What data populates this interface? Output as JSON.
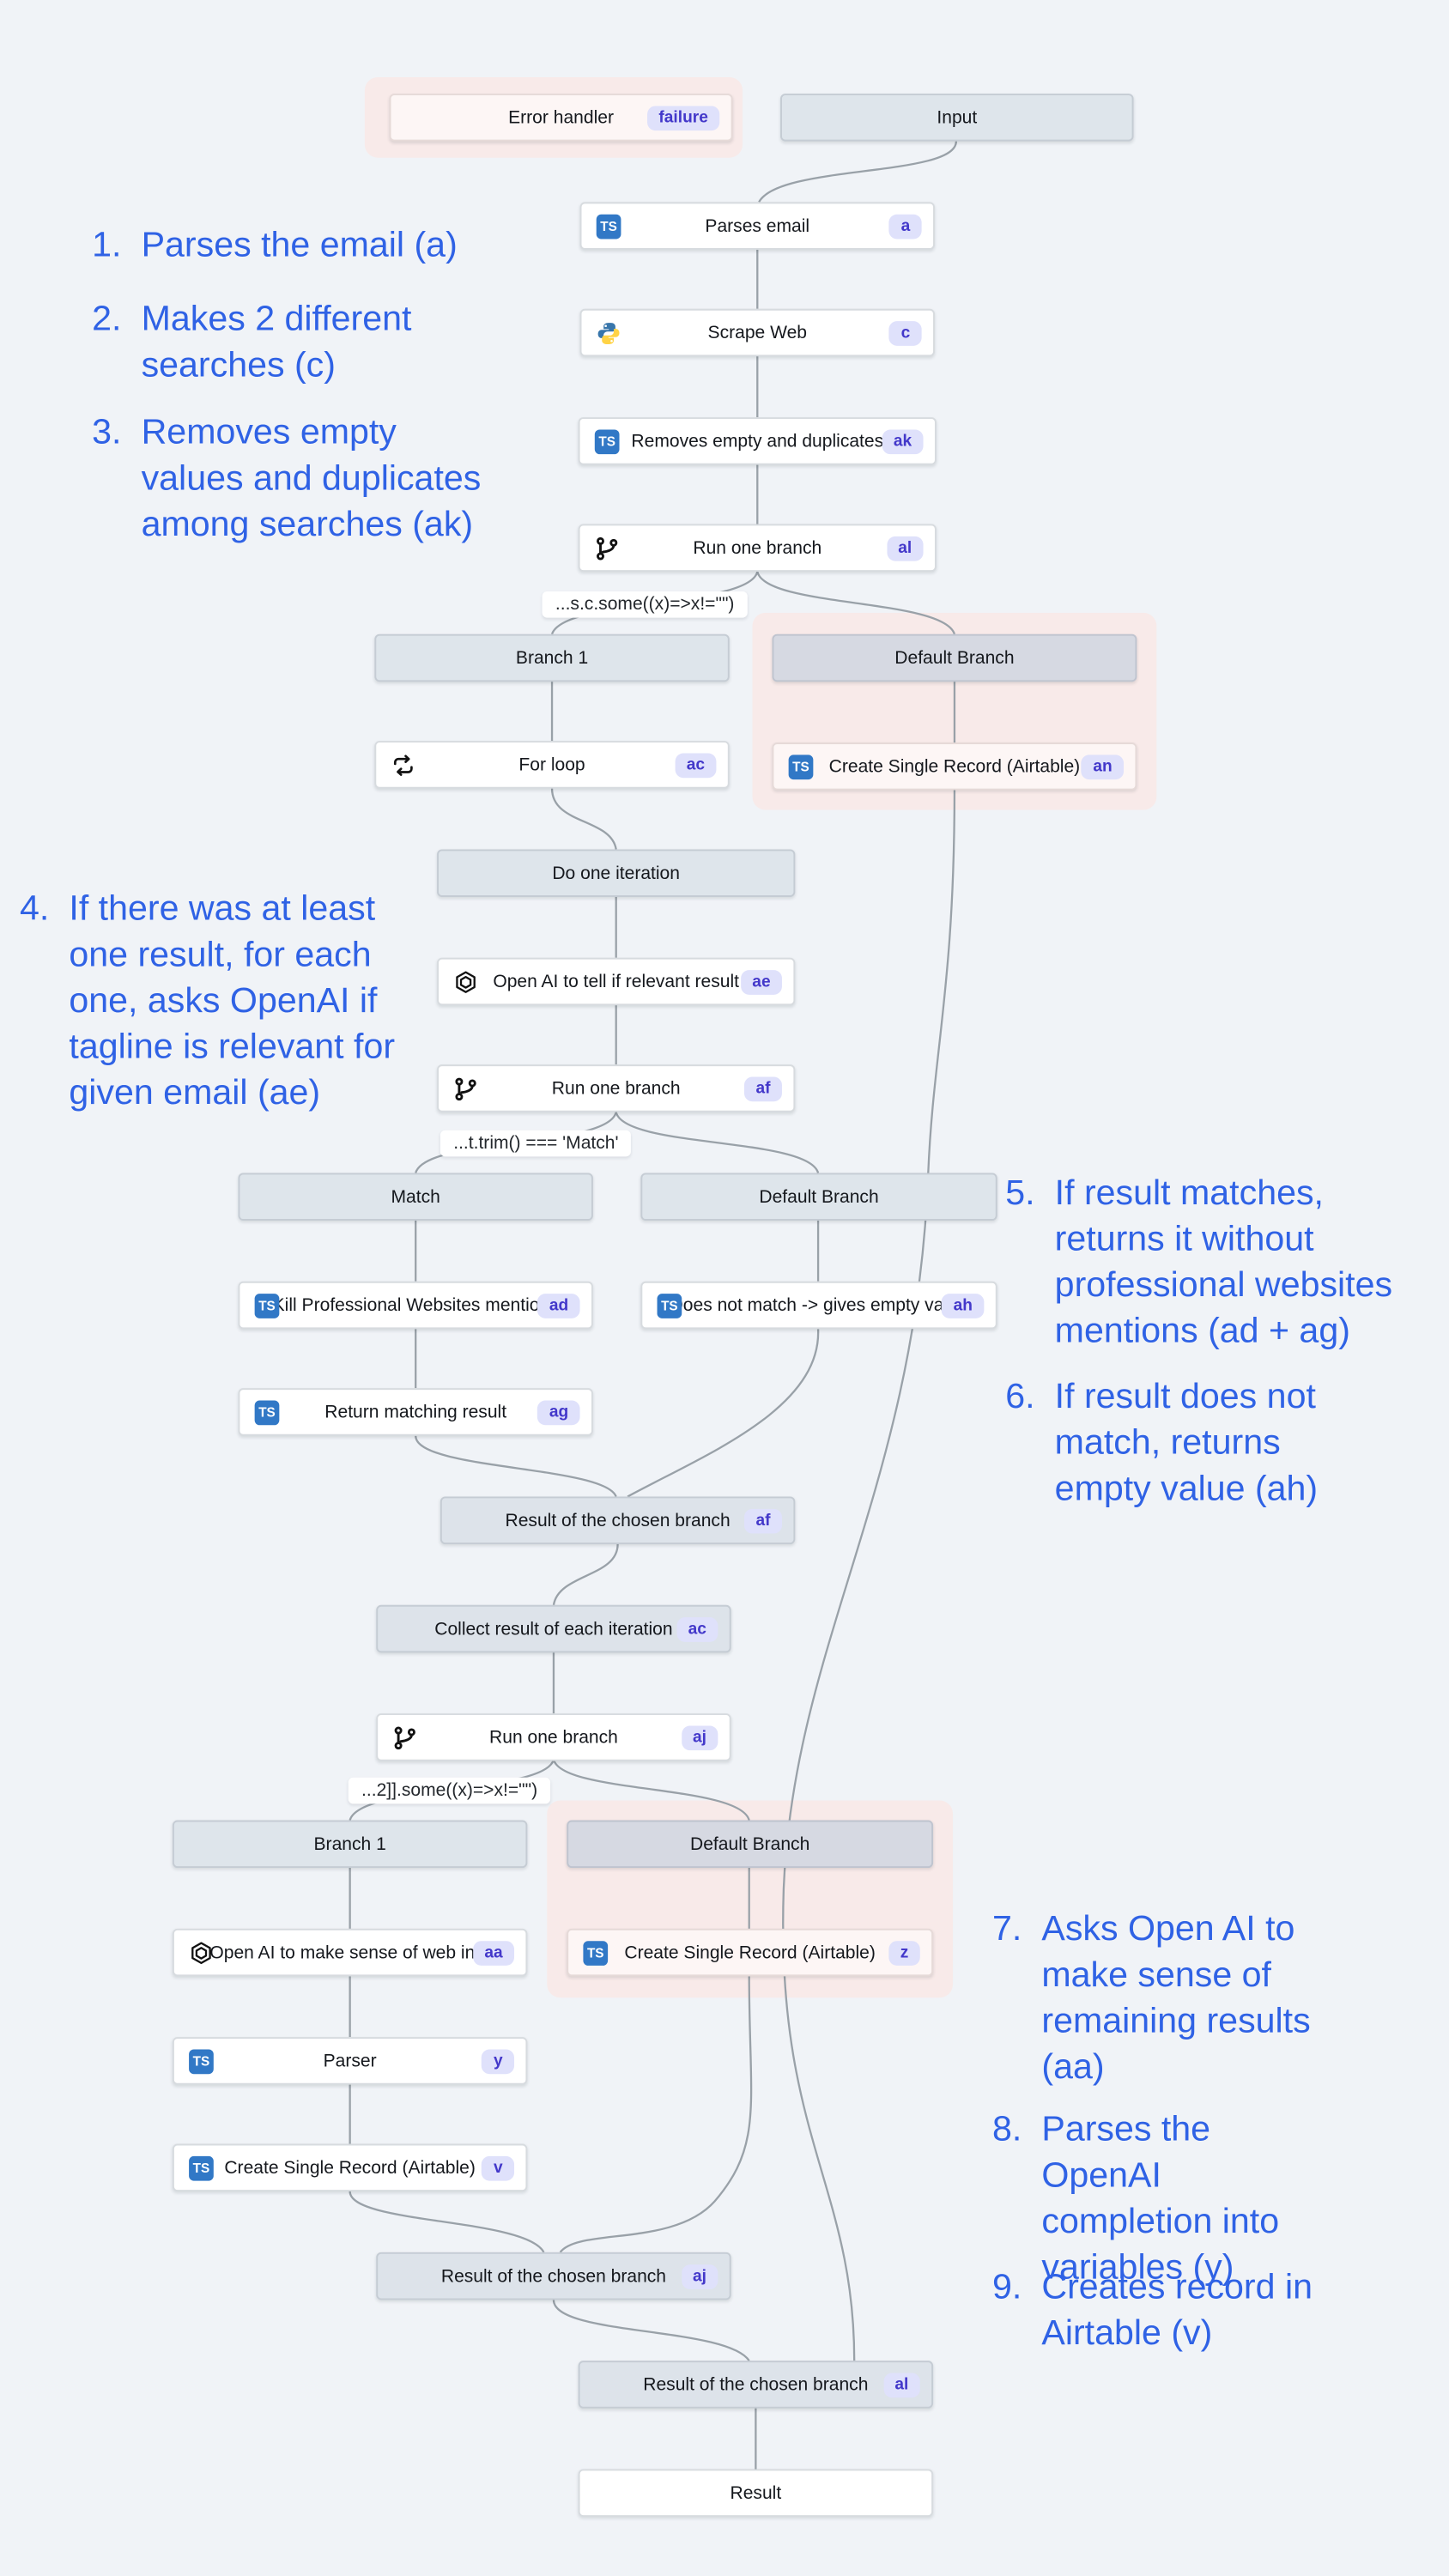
{
  "colors": {
    "background": "#f0f3f7",
    "annotation_blue": "#2f62e5",
    "badge_bg": "#dfe1fb",
    "badge_text": "#4338ca",
    "halo_pink": "#f8eae9",
    "header_fill": "#dee5eb",
    "default_branch_fill": "#d6d9e2",
    "wire_gray": "#99a1a8",
    "typescript_icon_blue": "#3178c6"
  },
  "nodes": [
    {
      "label": "Error handler",
      "badge": "failure",
      "icon": null
    },
    {
      "label": "Input",
      "icon": null
    },
    {
      "label": "Parses email",
      "badge": "a",
      "icon": "typescript-icon"
    },
    {
      "label": "Scrape Web",
      "badge": "c",
      "icon": "python-icon"
    },
    {
      "label": "Removes empty and duplicates",
      "badge": "ak",
      "icon": "typescript-icon"
    },
    {
      "label": "Run one branch",
      "badge": "al",
      "icon": "branch-icon"
    },
    {
      "label": "Branch 1",
      "icon": null
    },
    {
      "label": "Default Branch",
      "icon": null
    },
    {
      "label": "For loop",
      "badge": "ac",
      "icon": "loop-icon"
    },
    {
      "label": "Create Single Record (Airtable)",
      "badge": "an",
      "icon": "typescript-icon"
    },
    {
      "label": "Do one iteration",
      "icon": null
    },
    {
      "label": "Open AI to tell if relevant result",
      "badge": "ae",
      "icon": "openai-icon"
    },
    {
      "label": "Run one branch",
      "badge": "af",
      "icon": "branch-icon"
    },
    {
      "label": "Match",
      "icon": null
    },
    {
      "label": "Default Branch",
      "icon": null
    },
    {
      "label": "Kill Professional Websites mentions",
      "badge": "ad",
      "icon": "typescript-icon"
    },
    {
      "label": "Does not match -> gives empty value",
      "badge": "ah",
      "icon": "typescript-icon"
    },
    {
      "label": "Return matching result",
      "badge": "ag",
      "icon": "typescript-icon"
    },
    {
      "label": "Result of the chosen branch",
      "badge": "af",
      "icon": null
    },
    {
      "label": "Collect result of each iteration",
      "badge": "ac",
      "icon": null
    },
    {
      "label": "Run one branch",
      "badge": "aj",
      "icon": "branch-icon"
    },
    {
      "label": "Branch 1",
      "icon": null
    },
    {
      "label": "Default Branch",
      "icon": null
    },
    {
      "label": "Open AI to make sense of web info",
      "badge": "aa",
      "icon": "openai-icon"
    },
    {
      "label": "Create Single Record (Airtable)",
      "badge": "z",
      "icon": "typescript-icon"
    },
    {
      "label": "Parser",
      "badge": "y",
      "icon": "typescript-icon"
    },
    {
      "label": "Create Single Record (Airtable)",
      "badge": "v",
      "icon": "typescript-icon"
    },
    {
      "label": "Result of the chosen branch",
      "badge": "aj",
      "icon": null
    },
    {
      "label": "Result of the chosen branch",
      "badge": "al",
      "icon": null
    },
    {
      "label": "Result",
      "icon": null
    }
  ],
  "conditions": [
    {
      "text": "...s.c.some((x)=>x!=\"\")"
    },
    {
      "text": "...t.trim() === 'Match'"
    },
    {
      "text": "...2]].some((x)=>x!=\"\")"
    }
  ],
  "annotations": [
    {
      "num": "1.",
      "text": "Parses the email (a)"
    },
    {
      "num": "2.",
      "text": "Makes 2 different searches (c)"
    },
    {
      "num": "3.",
      "text": "Removes empty values and duplicates among searches (ak)"
    },
    {
      "num": "4.",
      "text": "If there was at least one result, for each one, asks OpenAI if tagline is relevant for given email (ae)"
    },
    {
      "num": "5.",
      "text": "If result matches, returns it without professional websites mentions (ad + ag)"
    },
    {
      "num": "6.",
      "text": "If result does not match, returns empty value (ah)"
    },
    {
      "num": "7.",
      "text": "Asks Open AI to make sense of remaining results (aa)"
    },
    {
      "num": "8.",
      "text": "Parses the OpenAI completion into variables (y)"
    },
    {
      "num": "9.",
      "text": "Creates record in Airtable (v)"
    }
  ]
}
